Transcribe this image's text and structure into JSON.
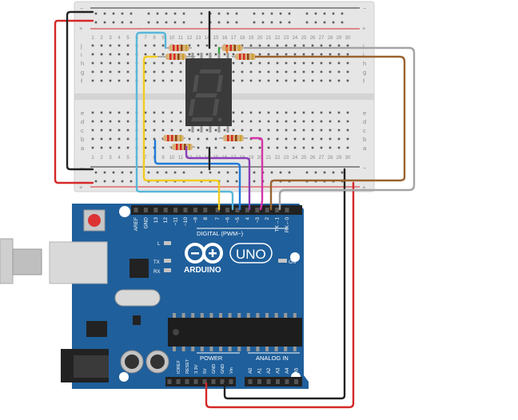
{
  "breadboard": {
    "columns": [
      "1",
      "2",
      "3",
      "4",
      "5",
      "6",
      "7",
      "8",
      "9",
      "10",
      "11",
      "12",
      "13",
      "14",
      "15",
      "16",
      "17",
      "18",
      "19",
      "20",
      "21",
      "22",
      "23",
      "24",
      "25",
      "26",
      "27",
      "28",
      "29",
      "30"
    ],
    "rows_top": [
      "j",
      "i",
      "h",
      "g",
      "f"
    ],
    "rows_bottom": [
      "e",
      "d",
      "c",
      "b",
      "a"
    ],
    "rail_minus": "−",
    "rail_plus": "+"
  },
  "arduino": {
    "logo_name": "ARDUINO",
    "model": "UNO",
    "digital_header": "DIGITAL (PWM~)",
    "digital_pins": [
      "AREF",
      "GND",
      "13",
      "12",
      "~11",
      "~10",
      "~9",
      "8",
      "7",
      "~6",
      "~5",
      "4",
      "~3",
      "2",
      "TX→1",
      "RX←0"
    ],
    "power_header": "POWER",
    "power_pins": [
      "IOREF",
      "RESET",
      "3.3V",
      "5V",
      "GND",
      "GND",
      "Vin"
    ],
    "analog_header": "ANALOG IN",
    "analog_pins": [
      "A0",
      "A1",
      "A2",
      "A3",
      "A4",
      "A5"
    ],
    "led_l": "L",
    "led_tx": "TX",
    "led_rx": "RX",
    "led_on": "ON"
  },
  "display": {
    "digit": "8"
  },
  "colors": {
    "board": "#1f5f9b",
    "breadboard": "#e6e6e6",
    "wire_red": "#d62828",
    "wire_black": "#222222",
    "wire_yellow": "#f2cc1f",
    "wire_lightblue": "#58b7da",
    "wire_blue": "#1f7ad8",
    "wire_purple": "#8a3fb5",
    "wire_magenta": "#d633a8",
    "wire_brown": "#9a6330",
    "wire_gray": "#a4a4a4",
    "wire_orange": "#e27f2d",
    "wire_green": "#33a844"
  }
}
